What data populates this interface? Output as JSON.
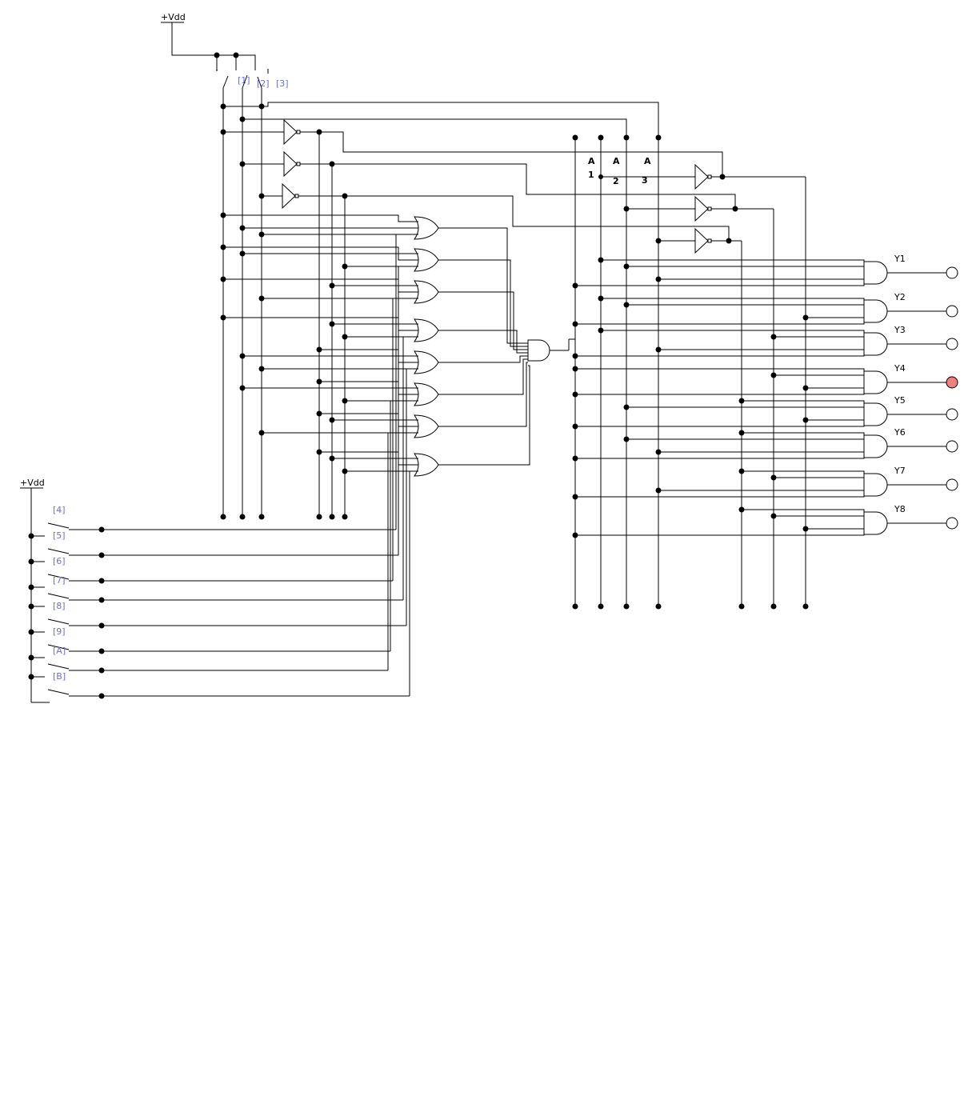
{
  "supply": {
    "top": "+Vdd",
    "left": "+Vdd"
  },
  "selector_switches": [
    "[1]",
    "[2]",
    "[3]"
  ],
  "data_switches": [
    "[4]",
    "[5]",
    "[6]",
    "[7]",
    "[8]",
    "[9]",
    "[A]",
    "[B]"
  ],
  "address_labels": [
    {
      "letter": "A",
      "index": "1"
    },
    {
      "letter": "A",
      "index": "2"
    },
    {
      "letter": "A",
      "index": "3"
    }
  ],
  "outputs": [
    {
      "label": "Y1",
      "on": false
    },
    {
      "label": "Y2",
      "on": false
    },
    {
      "label": "Y3",
      "on": false
    },
    {
      "label": "Y4",
      "on": true
    },
    {
      "label": "Y5",
      "on": false
    },
    {
      "label": "Y6",
      "on": false
    },
    {
      "label": "Y7",
      "on": false
    },
    {
      "label": "Y8",
      "on": false
    }
  ],
  "colors": {
    "led_on": "#f08080",
    "led_off": "#ffffff",
    "switch_label": "#6f6fd8",
    "wire": "#000000"
  }
}
